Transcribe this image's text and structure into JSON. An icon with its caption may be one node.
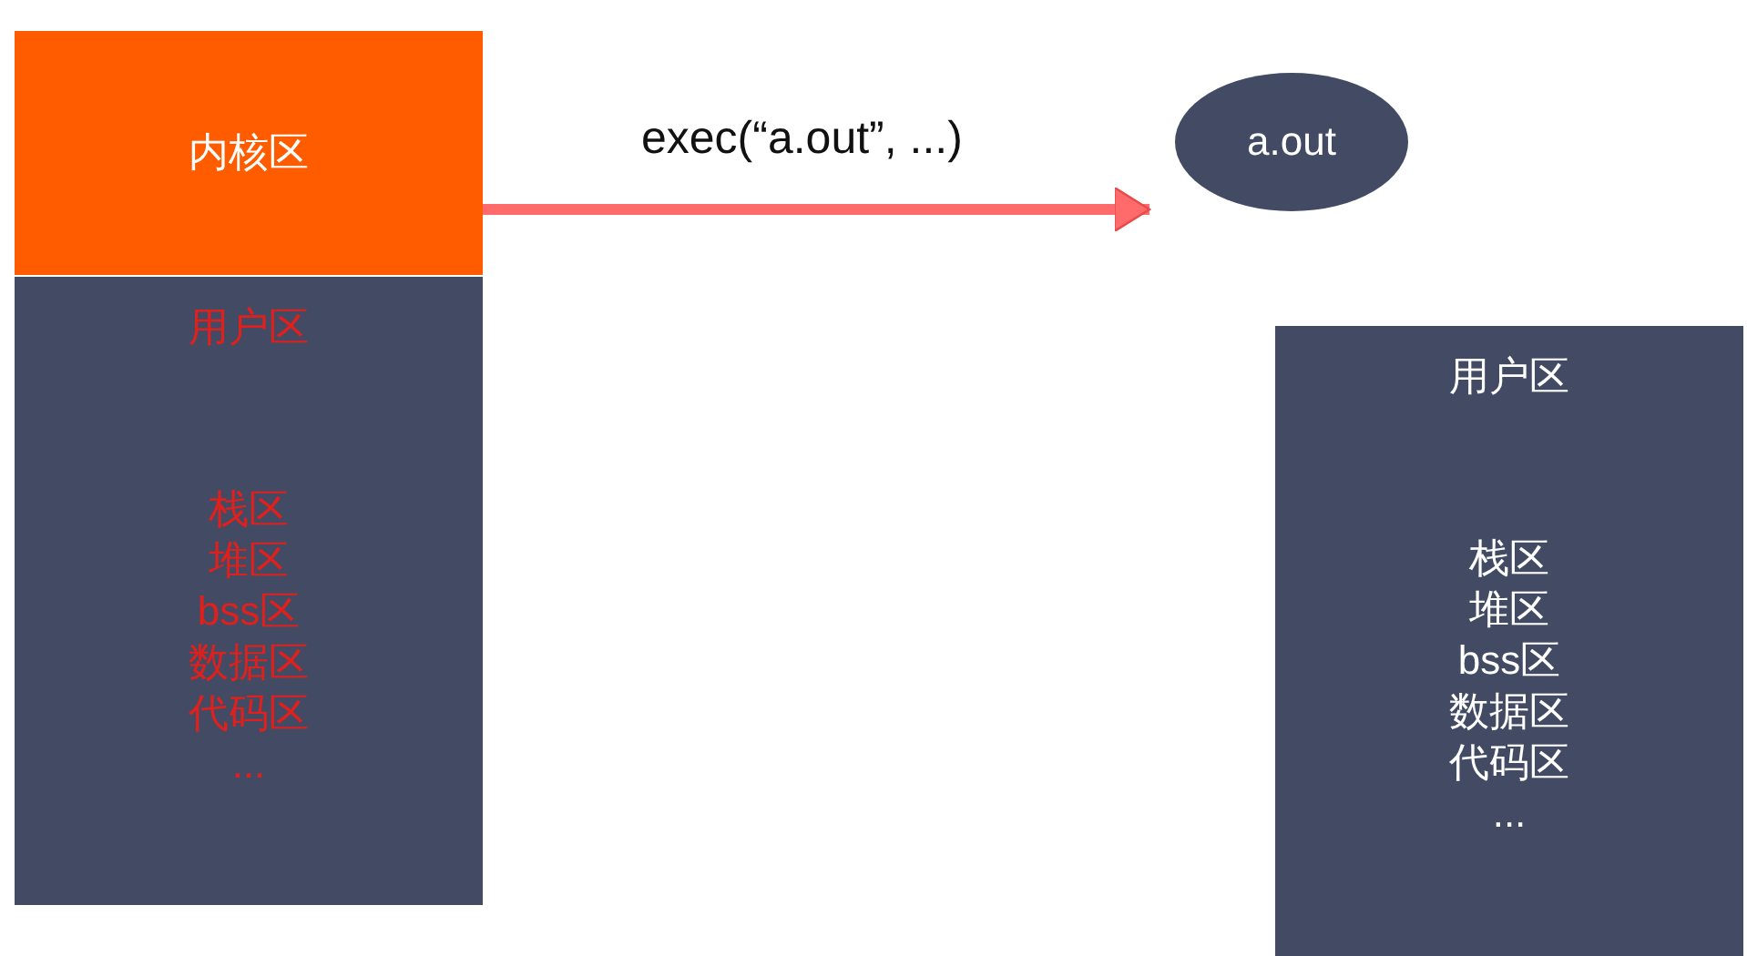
{
  "diagram": {
    "nodes": [
      {
        "text": [
          "内核区"
        ]
      },
      {
        "text": [
          "用户区",
          "栈区",
          "堆区",
          "bss区",
          "数据区",
          "代码区",
          "..."
        ]
      },
      {
        "text": [
          "a.out"
        ]
      },
      {
        "text": [
          "用户区",
          "栈区",
          "堆区",
          "bss区",
          "数据区",
          "代码区",
          "..."
        ]
      }
    ],
    "edges": [
      {
        "from": 0,
        "to": 2,
        "arrow": "to",
        "label": "exec(“a.out”, ...)"
      }
    ]
  }
}
